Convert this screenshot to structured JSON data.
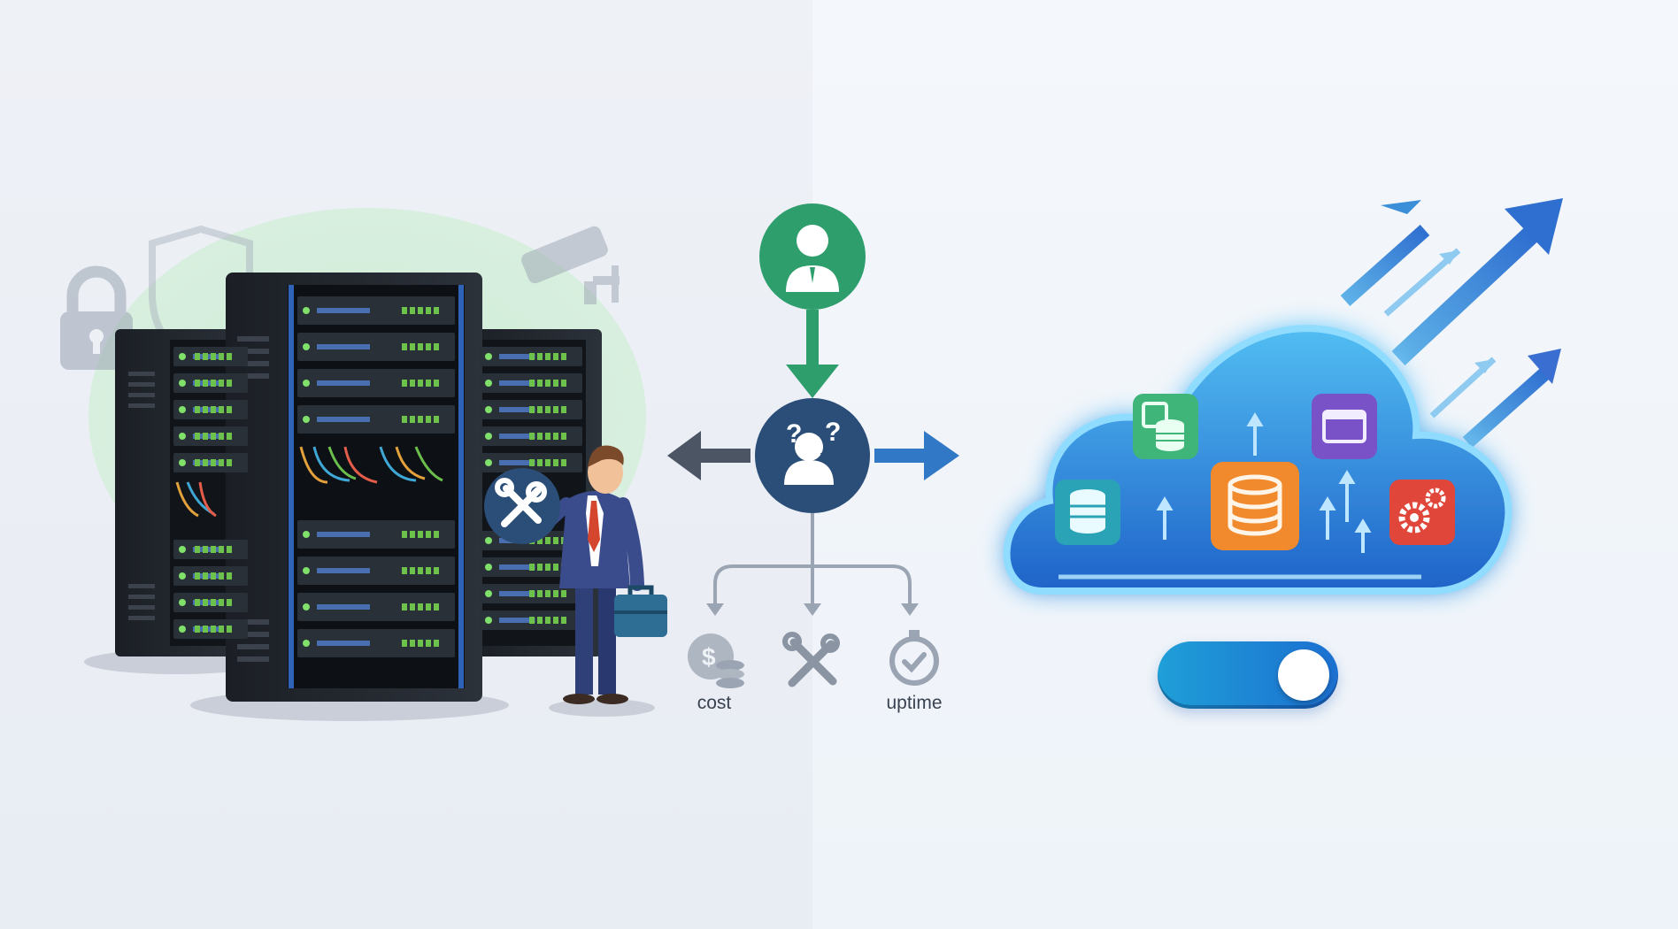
{
  "decision_factors": [
    {
      "icon": "coin-stack-icon",
      "label": "cost"
    },
    {
      "icon": "tools-icon",
      "label": ""
    },
    {
      "icon": "stopwatch-icon",
      "label": "uptime"
    }
  ],
  "toggle": {
    "state": "on"
  },
  "colors": {
    "decision_maker": "#2e9e6d",
    "question_node": "#2b4e78",
    "arrow_left": "#4b5563",
    "arrow_right": "#3178c6",
    "cloud": "#2a86e0",
    "toggle": "#1f8fd8"
  }
}
